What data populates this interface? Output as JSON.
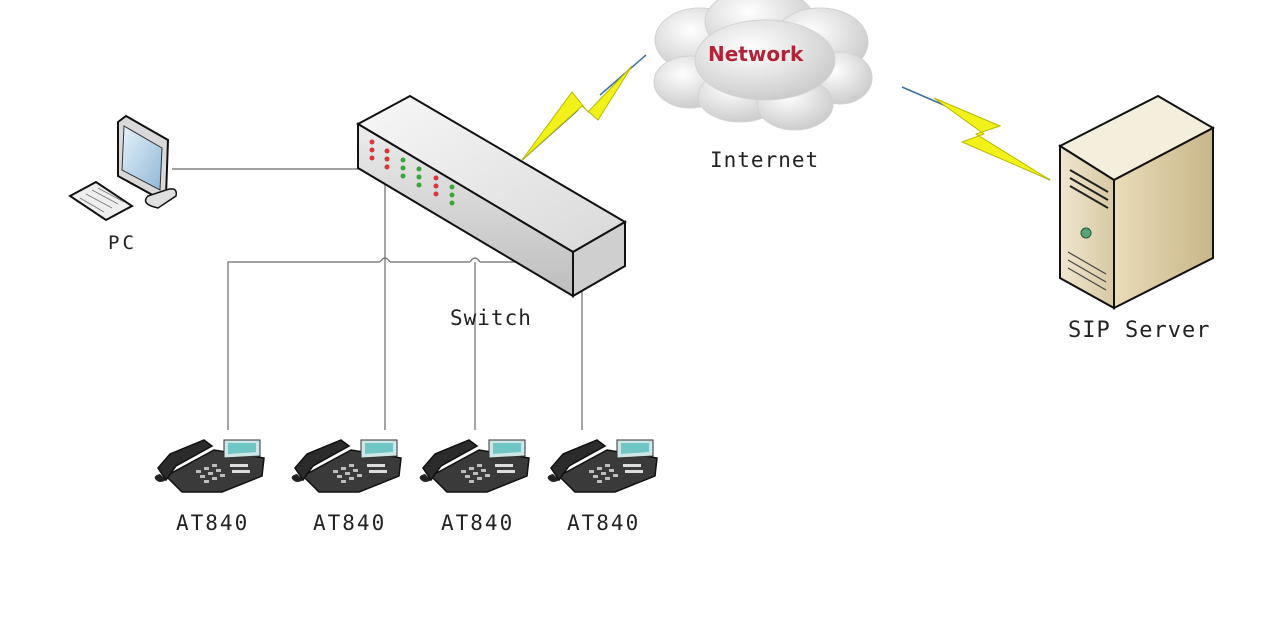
{
  "network": {
    "cloud_label": "Network",
    "label": "Internet"
  },
  "pc": {
    "label": "PC"
  },
  "switch": {
    "label": "Switch"
  },
  "server": {
    "label": "SIP Server"
  },
  "phones": [
    {
      "label": "AT840"
    },
    {
      "label": "AT840"
    },
    {
      "label": "AT840"
    },
    {
      "label": "AT840"
    }
  ],
  "colors": {
    "link": "#6b6b6b",
    "wireless_bolt": "#f2f21a",
    "wireless_line": "#3d6fa8",
    "cloud_text": "#b0243a"
  }
}
